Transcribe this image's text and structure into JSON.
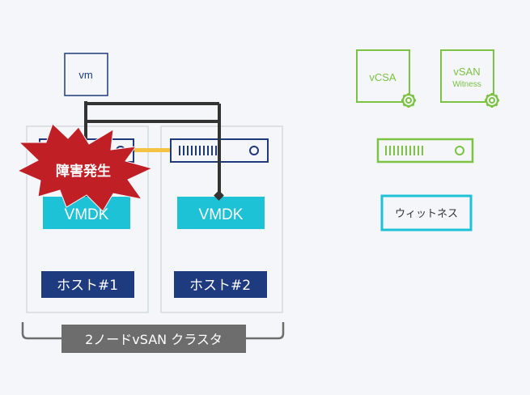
{
  "vm_label": "vm",
  "vmdk_label_1": "VMDK",
  "vmdk_label_2": "VMDK",
  "host_label_1": "ホスト#1",
  "host_label_2": "ホスト#2",
  "failure_label": "障害発生",
  "cluster_label": "2ノードvSAN クラスタ",
  "vcsa_label": "vCSA",
  "vsan_label": "vSAN",
  "witness_sub_label": "Witness",
  "witness_label": "ウィットネス",
  "colors": {
    "background": "#f4f6f9",
    "navy": "#1f3a7a",
    "host_navy": "#1e3b80",
    "cyan": "#1ec2d6",
    "green": "#7cc243",
    "yellow": "#f6c244",
    "red": "#c01f26",
    "gray": "#6d6d6d",
    "line_dark": "#333333",
    "host_border": "#d5dae0"
  }
}
